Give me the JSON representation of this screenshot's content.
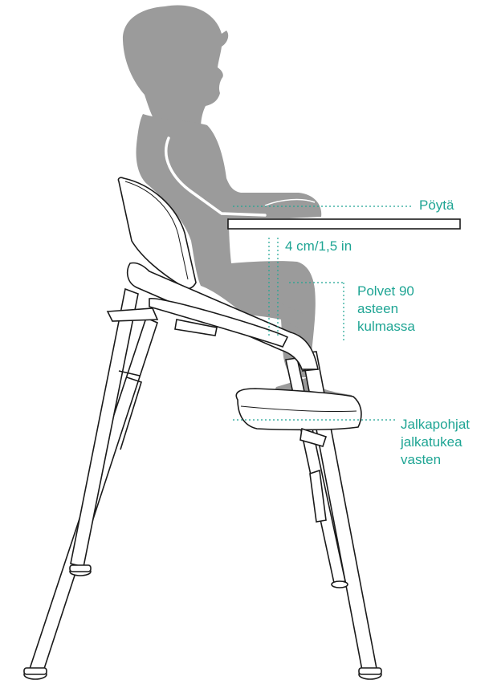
{
  "colors": {
    "accent": "#1fa594",
    "silhouette": "#9b9b9b",
    "line": "#1a1a1a"
  },
  "labels": {
    "table": "Pöytä",
    "clearance": "4 cm/1,5 in",
    "knees": "Polvet 90\nasteen\nkulmassa",
    "feet": "Jalkapohjat\njalkatukea\nvasten"
  }
}
